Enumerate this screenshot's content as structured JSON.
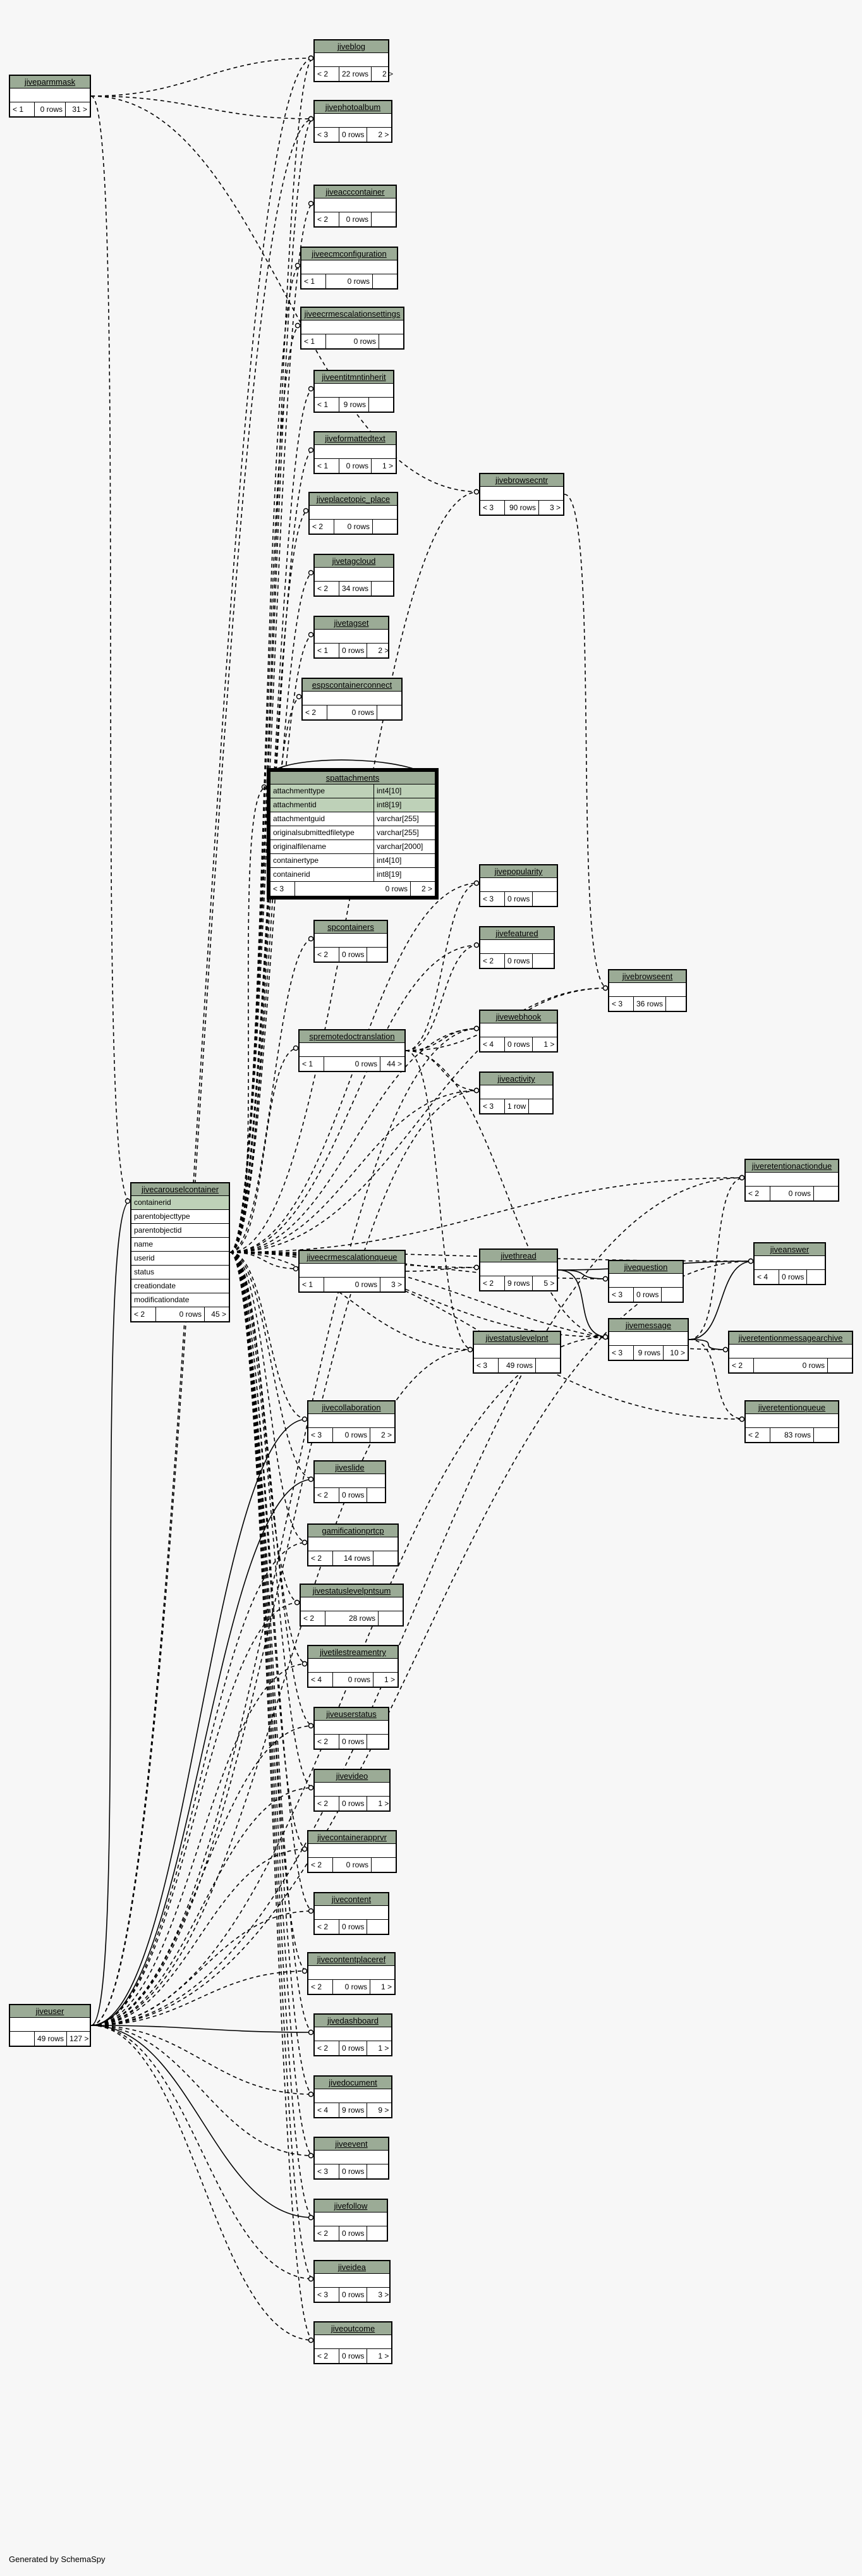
{
  "footer": "Generated by SchemaSpy",
  "tables": [
    {
      "id": "jiveparmmask",
      "name": "jiveparmmask",
      "columns": [],
      "footer": [
        "< 1",
        "0 rows",
        "31 >"
      ]
    },
    {
      "id": "jiveblog",
      "name": "jiveblog",
      "columns": [],
      "footer": [
        "< 2",
        "22 rows",
        "2 >"
      ]
    },
    {
      "id": "jivephotoalbum",
      "name": "jivephotoalbum",
      "columns": [],
      "footer": [
        "< 3",
        "0 rows",
        "2 >"
      ]
    },
    {
      "id": "jiveacccontainer",
      "name": "jiveacccontainer",
      "columns": [],
      "footer": [
        "< 2",
        "0 rows",
        ""
      ]
    },
    {
      "id": "jiveecmconfiguration",
      "name": "jiveecmconfiguration",
      "columns": [],
      "footer": [
        "< 1",
        "0 rows",
        ""
      ]
    },
    {
      "id": "jiveecrmescalationsettings",
      "name": "jiveecrmescalationsettings",
      "columns": [],
      "footer": [
        "< 1",
        "0 rows",
        ""
      ]
    },
    {
      "id": "jiveentitmntinherit",
      "name": "jiveentitmntinherit",
      "columns": [],
      "footer": [
        "< 1",
        "9 rows",
        ""
      ]
    },
    {
      "id": "jiveformattedtext",
      "name": "jiveformattedtext",
      "columns": [],
      "footer": [
        "< 1",
        "0 rows",
        "1 >"
      ]
    },
    {
      "id": "jiveplacetopic_place",
      "name": "jiveplacetopic_place",
      "columns": [],
      "footer": [
        "< 2",
        "0 rows",
        ""
      ]
    },
    {
      "id": "jivetagcloud",
      "name": "jivetagcloud",
      "columns": [],
      "footer": [
        "< 2",
        "34 rows",
        ""
      ]
    },
    {
      "id": "jivetagset",
      "name": "jivetagset",
      "columns": [],
      "footer": [
        "< 1",
        "0 rows",
        "2 >"
      ]
    },
    {
      "id": "espscontainerconnect",
      "name": "espscontainerconnect",
      "columns": [],
      "footer": [
        "< 2",
        "0 rows",
        ""
      ]
    },
    {
      "id": "jivebrowsecntr",
      "name": "jivebrowsecntr",
      "columns": [],
      "footer": [
        "< 3",
        "90 rows",
        "3 >"
      ]
    },
    {
      "id": "spattachments",
      "name": "spattachments",
      "focus": true,
      "columns": [
        {
          "name": "attachmenttype",
          "type": "int4[10]",
          "key": true
        },
        {
          "name": "attachmentid",
          "type": "int8[19]",
          "key": true
        },
        {
          "name": "attachmentguid",
          "type": "varchar[255]"
        },
        {
          "name": "originalsubmittedfiletype",
          "type": "varchar[255]"
        },
        {
          "name": "originalfilename",
          "type": "varchar[2000]"
        },
        {
          "name": "containertype",
          "type": "int4[10]"
        },
        {
          "name": "containerid",
          "type": "int8[19]"
        }
      ],
      "footer": [
        "< 3",
        "0 rows",
        "2 >"
      ]
    },
    {
      "id": "jivepopularity",
      "name": "jivepopularity",
      "columns": [],
      "footer": [
        "< 3",
        "0 rows",
        ""
      ]
    },
    {
      "id": "spcontainers",
      "name": "spcontainers",
      "columns": [],
      "footer": [
        "< 2",
        "0 rows",
        ""
      ]
    },
    {
      "id": "jivefeatured",
      "name": "jivefeatured",
      "columns": [],
      "footer": [
        "< 2",
        "0 rows",
        ""
      ]
    },
    {
      "id": "jivebrowseent",
      "name": "jivebrowseent",
      "columns": [],
      "footer": [
        "< 3",
        "36 rows",
        ""
      ]
    },
    {
      "id": "spremotedoctranslation",
      "name": "spremotedoctranslation",
      "columns": [],
      "footer": [
        "< 1",
        "0 rows",
        "44 >"
      ]
    },
    {
      "id": "jivewebhook",
      "name": "jivewebhook",
      "columns": [],
      "footer": [
        "< 4",
        "0 rows",
        "1 >"
      ]
    },
    {
      "id": "jiveactivity",
      "name": "jiveactivity",
      "columns": [],
      "footer": [
        "< 3",
        "1 row",
        ""
      ]
    },
    {
      "id": "jiveretentionactiondue",
      "name": "jiveretentionactiondue",
      "columns": [],
      "footer": [
        "< 2",
        "0 rows",
        ""
      ]
    },
    {
      "id": "jivecarouselcontainer",
      "name": "jivecarouselcontainer",
      "columns": [
        {
          "name": "containerid",
          "type": "",
          "key": true
        },
        {
          "name": "parentobjecttype",
          "type": ""
        },
        {
          "name": "parentobjectid",
          "type": ""
        },
        {
          "name": "name",
          "type": ""
        },
        {
          "name": "userid",
          "type": ""
        },
        {
          "name": "status",
          "type": ""
        },
        {
          "name": "creationdate",
          "type": ""
        },
        {
          "name": "modificationdate",
          "type": ""
        }
      ],
      "footer": [
        "< 2",
        "0 rows",
        "45 >"
      ]
    },
    {
      "id": "jiveecrmescalationqueue",
      "name": "jiveecrmescalationqueue",
      "columns": [],
      "footer": [
        "< 1",
        "0 rows",
        "3 >"
      ]
    },
    {
      "id": "jivethread",
      "name": "jivethread",
      "columns": [],
      "footer": [
        "< 2",
        "9 rows",
        "5 >"
      ]
    },
    {
      "id": "jivequestion",
      "name": "jivequestion",
      "columns": [],
      "footer": [
        "< 3",
        "0 rows",
        ""
      ]
    },
    {
      "id": "jiveanswer",
      "name": "jiveanswer",
      "columns": [],
      "footer": [
        "< 4",
        "0 rows",
        ""
      ]
    },
    {
      "id": "jivemessage",
      "name": "jivemessage",
      "columns": [],
      "footer": [
        "< 3",
        "9 rows",
        "10 >"
      ]
    },
    {
      "id": "jiveretentionmessagearchive",
      "name": "jiveretentionmessagearchive",
      "columns": [],
      "footer": [
        "< 2",
        "0 rows",
        ""
      ]
    },
    {
      "id": "jivestatuslevelpnt",
      "name": "jivestatuslevelpnt",
      "columns": [],
      "footer": [
        "< 3",
        "49 rows",
        ""
      ]
    },
    {
      "id": "jiveretentionqueue",
      "name": "jiveretentionqueue",
      "columns": [],
      "footer": [
        "< 2",
        "83 rows",
        ""
      ]
    },
    {
      "id": "jivecollaboration",
      "name": "jivecollaboration",
      "columns": [],
      "footer": [
        "< 3",
        "0 rows",
        "2 >"
      ]
    },
    {
      "id": "jiveslide",
      "name": "jiveslide",
      "columns": [],
      "footer": [
        "< 2",
        "0 rows",
        ""
      ]
    },
    {
      "id": "gamificationprtcp",
      "name": "gamificationprtcp",
      "columns": [],
      "footer": [
        "< 2",
        "14 rows",
        ""
      ]
    },
    {
      "id": "jivestatuslevelpntsum",
      "name": "jivestatuslevelpntsum",
      "columns": [],
      "footer": [
        "< 2",
        "28 rows",
        ""
      ]
    },
    {
      "id": "jivetilestreamentry",
      "name": "jivetilestreamentry",
      "columns": [],
      "footer": [
        "< 4",
        "0 rows",
        "1 >"
      ]
    },
    {
      "id": "jiveuserstatus",
      "name": "jiveuserstatus",
      "columns": [],
      "footer": [
        "< 2",
        "0 rows",
        ""
      ]
    },
    {
      "id": "jivevideo",
      "name": "jivevideo",
      "columns": [],
      "footer": [
        "< 2",
        "0 rows",
        "1 >"
      ]
    },
    {
      "id": "jivecontainerapprvr",
      "name": "jivecontainerapprvr",
      "columns": [],
      "footer": [
        "< 2",
        "0 rows",
        ""
      ]
    },
    {
      "id": "jivecontent",
      "name": "jivecontent",
      "columns": [],
      "footer": [
        "< 2",
        "0 rows",
        ""
      ]
    },
    {
      "id": "jivecontentplaceref",
      "name": "jivecontentplaceref",
      "columns": [],
      "footer": [
        "< 2",
        "0 rows",
        "1 >"
      ]
    },
    {
      "id": "jiveuser",
      "name": "jiveuser",
      "columns": [],
      "footer": [
        "",
        "49 rows",
        "127 >"
      ]
    },
    {
      "id": "jivedashboard",
      "name": "jivedashboard",
      "columns": [],
      "footer": [
        "< 2",
        "0 rows",
        "1 >"
      ]
    },
    {
      "id": "jivedocument",
      "name": "jivedocument",
      "columns": [],
      "footer": [
        "< 4",
        "9 rows",
        "9 >"
      ]
    },
    {
      "id": "jiveevent",
      "name": "jiveevent",
      "columns": [],
      "footer": [
        "< 3",
        "0 rows",
        ""
      ]
    },
    {
      "id": "jivefollow",
      "name": "jivefollow",
      "columns": [],
      "footer": [
        "< 2",
        "0 rows",
        ""
      ]
    },
    {
      "id": "jiveidea",
      "name": "jiveidea",
      "columns": [],
      "footer": [
        "< 3",
        "0 rows",
        "3 >"
      ]
    },
    {
      "id": "jiveoutcome",
      "name": "jiveoutcome",
      "columns": [],
      "footer": [
        "< 2",
        "0 rows",
        "1 >"
      ]
    }
  ],
  "relationships": [
    {
      "from": "jivecarouselcontainer",
      "to": "spattachments",
      "style": "dashed"
    },
    {
      "from": "jivecarouselcontainer",
      "to": "jiveblog",
      "style": "dashed"
    },
    {
      "from": "jivecarouselcontainer",
      "to": "jivephotoalbum",
      "style": "dashed"
    },
    {
      "from": "jivecarouselcontainer",
      "to": "jiveacccontainer",
      "style": "dashed"
    },
    {
      "from": "jivecarouselcontainer",
      "to": "jiveecmconfiguration",
      "style": "dashed"
    },
    {
      "from": "jivecarouselcontainer",
      "to": "jiveecrmescalationsettings",
      "style": "dashed"
    },
    {
      "from": "jivecarouselcontainer",
      "to": "jiveentitmntinherit",
      "style": "dashed"
    },
    {
      "from": "jivecarouselcontainer",
      "to": "jiveformattedtext",
      "style": "dashed"
    },
    {
      "from": "jivecarouselcontainer",
      "to": "jiveplacetopic_place",
      "style": "dashed"
    },
    {
      "from": "jivecarouselcontainer",
      "to": "jivetagcloud",
      "style": "dashed"
    },
    {
      "from": "jivecarouselcontainer",
      "to": "jivetagset",
      "style": "dashed"
    },
    {
      "from": "jivecarouselcontainer",
      "to": "espscontainerconnect",
      "style": "dashed"
    },
    {
      "from": "jivecarouselcontainer",
      "to": "jivebrowsecntr",
      "style": "dashed"
    },
    {
      "from": "jivecarouselcontainer",
      "to": "spcontainers",
      "style": "dashed"
    },
    {
      "from": "jivecarouselcontainer",
      "to": "spremotedoctranslation",
      "style": "dashed"
    },
    {
      "from": "jivecarouselcontainer",
      "to": "jivepopularity",
      "style": "dashed"
    },
    {
      "from": "jivecarouselcontainer",
      "to": "jivefeatured",
      "style": "dashed"
    },
    {
      "from": "jivecarouselcontainer",
      "to": "jivebrowseent",
      "style": "dashed"
    },
    {
      "from": "jivecarouselcontainer",
      "to": "jivewebhook",
      "style": "dashed"
    },
    {
      "from": "jivecarouselcontainer",
      "to": "jiveactivity",
      "style": "dashed"
    },
    {
      "from": "jivecarouselcontainer",
      "to": "jiveretentionactiondue",
      "style": "dashed"
    },
    {
      "from": "jivecarouselcontainer",
      "to": "jiveecrmescalationqueue",
      "style": "dashed"
    },
    {
      "from": "jivecarouselcontainer",
      "to": "jivethread",
      "style": "dashed"
    },
    {
      "from": "jivecarouselcontainer",
      "to": "jivequestion",
      "style": "dashed"
    },
    {
      "from": "jivecarouselcontainer",
      "to": "jiveanswer",
      "style": "dashed"
    },
    {
      "from": "jivecarouselcontainer",
      "to": "jivemessage",
      "style": "dashed"
    },
    {
      "from": "jivecarouselcontainer",
      "to": "jiveretentionmessagearchive",
      "style": "dashed"
    },
    {
      "from": "jivecarouselcontainer",
      "to": "jivestatuslevelpnt",
      "style": "dashed"
    },
    {
      "from": "jivecarouselcontainer",
      "to": "jiveretentionqueue",
      "style": "dashed"
    },
    {
      "from": "jivecarouselcontainer",
      "to": "jivecollaboration",
      "style": "dashed"
    },
    {
      "from": "jivecarouselcontainer",
      "to": "jiveslide",
      "style": "dashed"
    },
    {
      "from": "jivecarouselcontainer",
      "to": "gamificationprtcp",
      "style": "dashed"
    },
    {
      "from": "jivecarouselcontainer",
      "to": "jivestatuslevelpntsum",
      "style": "dashed"
    },
    {
      "from": "jivecarouselcontainer",
      "to": "jivetilestreamentry",
      "style": "dashed"
    },
    {
      "from": "jivecarouselcontainer",
      "to": "jiveuserstatus",
      "style": "dashed"
    },
    {
      "from": "jivecarouselcontainer",
      "to": "jivevideo",
      "style": "dashed"
    },
    {
      "from": "jivecarouselcontainer",
      "to": "jivecontainerapprvr",
      "style": "dashed"
    },
    {
      "from": "jivecarouselcontainer",
      "to": "jivecontent",
      "style": "dashed"
    },
    {
      "from": "jivecarouselcontainer",
      "to": "jivecontentplaceref",
      "style": "dashed"
    },
    {
      "from": "jivecarouselcontainer",
      "to": "jivedashboard",
      "style": "dashed"
    },
    {
      "from": "jivecarouselcontainer",
      "to": "jivedocument",
      "style": "dashed"
    },
    {
      "from": "jivecarouselcontainer",
      "to": "jiveevent",
      "style": "dashed"
    },
    {
      "from": "jivecarouselcontainer",
      "to": "jivefollow",
      "style": "dashed"
    },
    {
      "from": "jivecarouselcontainer",
      "to": "jiveidea",
      "style": "dashed"
    },
    {
      "from": "jivecarouselcontainer",
      "to": "jiveoutcome",
      "style": "dashed"
    },
    {
      "from": "jiveparmmask",
      "to": "jiveblog",
      "style": "dashed"
    },
    {
      "from": "jiveparmmask",
      "to": "jivephotoalbum",
      "style": "dashed"
    },
    {
      "from": "jiveparmmask",
      "to": "jivebrowsecntr",
      "style": "dashed"
    },
    {
      "from": "jiveparmmask",
      "to": "jivecarouselcontainer",
      "style": "dashed"
    },
    {
      "from": "jiveuser",
      "to": "jivecarouselcontainer",
      "style": "solid"
    },
    {
      "from": "jiveuser",
      "to": "jivecollaboration",
      "style": "solid"
    },
    {
      "from": "jiveuser",
      "to": "jiveslide",
      "style": "solid"
    },
    {
      "from": "jiveuser",
      "to": "jivefollow",
      "style": "solid"
    },
    {
      "from": "jiveuser",
      "to": "jivedashboard",
      "style": "solid"
    },
    {
      "from": "jiveuser",
      "to": "jiveblog",
      "style": "dashed"
    },
    {
      "from": "jiveuser",
      "to": "jivephotoalbum",
      "style": "dashed"
    },
    {
      "from": "jiveuser",
      "to": "gamificationprtcp",
      "style": "dashed"
    },
    {
      "from": "jiveuser",
      "to": "jivestatuslevelpntsum",
      "style": "dashed"
    },
    {
      "from": "jiveuser",
      "to": "jivetilestreamentry",
      "style": "dashed"
    },
    {
      "from": "jiveuser",
      "to": "jiveuserstatus",
      "style": "dashed"
    },
    {
      "from": "jiveuser",
      "to": "jivevideo",
      "style": "dashed"
    },
    {
      "from": "jiveuser",
      "to": "jivecontainerapprvr",
      "style": "dashed"
    },
    {
      "from": "jiveuser",
      "to": "jivecontent",
      "style": "dashed"
    },
    {
      "from": "jiveuser",
      "to": "jivecontentplaceref",
      "style": "dashed"
    },
    {
      "from": "jiveuser",
      "to": "jivedocument",
      "style": "dashed"
    },
    {
      "from": "jiveuser",
      "to": "jiveevent",
      "style": "dashed"
    },
    {
      "from": "jiveuser",
      "to": "jiveidea",
      "style": "dashed"
    },
    {
      "from": "jiveuser",
      "to": "jiveoutcome",
      "style": "dashed"
    },
    {
      "from": "jiveuser",
      "to": "jivestatuslevelpnt",
      "style": "dashed"
    },
    {
      "from": "jiveuser",
      "to": "jivemessage",
      "style": "dashed"
    },
    {
      "from": "jiveuser",
      "to": "jiveanswer",
      "style": "dashed"
    },
    {
      "from": "jiveuser",
      "to": "jiveactivity",
      "style": "dashed"
    },
    {
      "from": "jiveuser",
      "to": "jiveretentionactiondue",
      "style": "dashed"
    },
    {
      "from": "jiveuser",
      "to": "jivewebhook",
      "style": "dashed"
    },
    {
      "from": "jivethread",
      "to": "jivequestion",
      "style": "solid"
    },
    {
      "from": "jivethread",
      "to": "jiveanswer",
      "style": "solid"
    },
    {
      "from": "jivethread",
      "to": "jivemessage",
      "style": "solid"
    },
    {
      "from": "jivemessage",
      "to": "jiveanswer",
      "style": "solid"
    },
    {
      "from": "jivemessage",
      "to": "jiveretentionmessagearchive",
      "style": "solid"
    },
    {
      "from": "jivemessage",
      "to": "jiveretentionactiondue",
      "style": "dashed"
    },
    {
      "from": "jivemessage",
      "to": "jiveretentionqueue",
      "style": "dashed"
    },
    {
      "from": "jiveecrmescalationqueue",
      "to": "jivethread",
      "style": "dashed"
    },
    {
      "from": "jivebrowsecntr",
      "to": "jivebrowseent",
      "style": "dashed"
    },
    {
      "from": "spremotedoctranslation",
      "to": "jivepopularity",
      "style": "dashed"
    },
    {
      "from": "spremotedoctranslation",
      "to": "jivefeatured",
      "style": "dashed"
    },
    {
      "from": "spremotedoctranslation",
      "to": "jivebrowseent",
      "style": "dashed"
    },
    {
      "from": "spremotedoctranslation",
      "to": "jivewebhook",
      "style": "dashed"
    },
    {
      "from": "spremotedoctranslation",
      "to": "jiveactivity",
      "style": "dashed"
    },
    {
      "from": "spremotedoctranslation",
      "to": "jivestatuslevelpnt",
      "style": "dashed"
    },
    {
      "from": "spremotedoctranslation",
      "to": "jivemessage",
      "style": "dashed"
    },
    {
      "from": "spattachments",
      "to": "spattachments",
      "style": "solid"
    }
  ]
}
